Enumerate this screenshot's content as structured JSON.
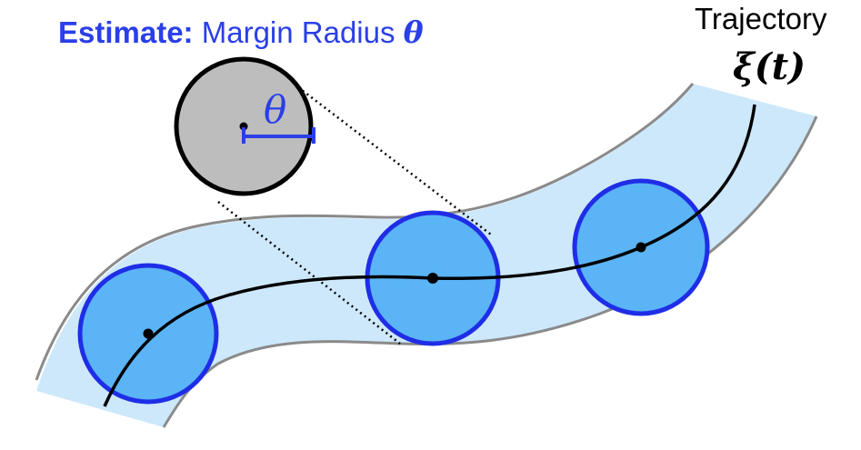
{
  "title": {
    "prefix": "Estimate:",
    "text": "Margin Radius",
    "symbol": "θ"
  },
  "trajectory": {
    "label": "Trajectory",
    "equation": "ξ(t)"
  },
  "inset": {
    "radius_symbol": "θ"
  },
  "colors": {
    "accent_blue": "#2a3fe8",
    "tube_fill": "#cde8fb",
    "tube_edge": "#8a8a8a",
    "ball_fill": "#5ab4f5",
    "ball_edge": "#1f2ee6",
    "inset_fill": "#bdbdbd",
    "curve": "#000000"
  }
}
